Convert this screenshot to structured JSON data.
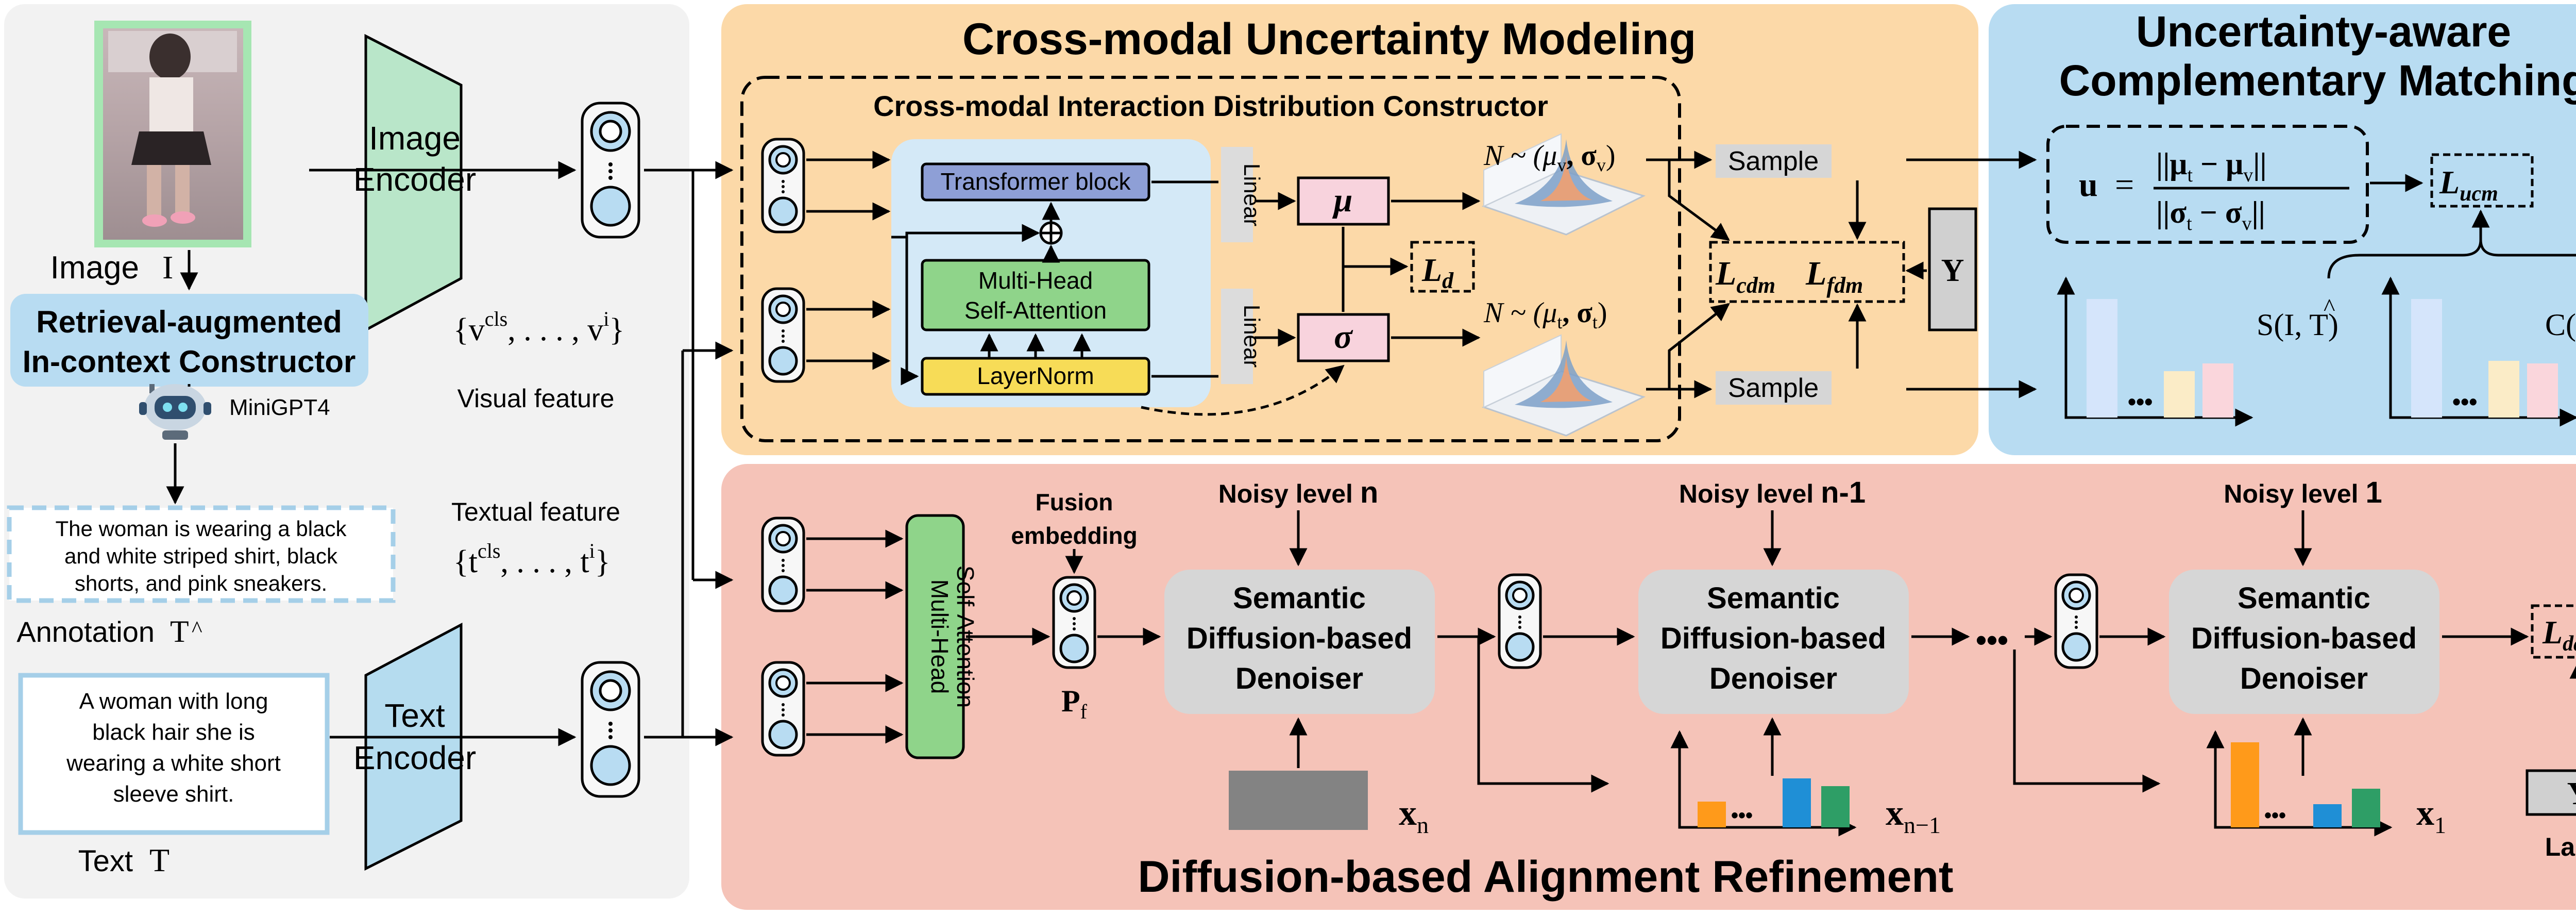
{
  "panels": {
    "cross_modal": {
      "title": "Cross-modal Uncertainty Modeling",
      "color": "#fcd9a8"
    },
    "uacm": {
      "title_line1": "Uncertainty-aware",
      "title_line2": "Complementary Matching",
      "color": "#b8dcf2"
    },
    "dar": {
      "title": "Diffusion-based Alignment Refinement",
      "color": "#f5c3b8"
    },
    "input": {
      "color": "#f2f2f2"
    }
  },
  "constructor": {
    "title": "Cross-modal Interaction Distribution Constructor",
    "transformer": "Transformer block",
    "mhsa_line1": "Multi-Head",
    "mhsa_line2": "Self-Attention",
    "layernorm": "LayerNorm",
    "linear": "Linear",
    "mu": "μ",
    "sigma": "σ",
    "l_d": "L",
    "l_d_sub": "d",
    "dist_v": "N ~ (μ",
    "dist_v_sub": "v",
    "dist_v_sigma": ", σ",
    "dist_v_sub2": "v",
    "dist_t": "N ~ (μ",
    "dist_t_sub": "t",
    "dist_t_sigma": ", σ",
    "dist_t_sub2": "t",
    "close_paren": ")",
    "sample": "Sample",
    "l_cdm": "L",
    "l_cdm_sub": "cdm",
    "l_fdm": "L",
    "l_fdm_sub": "fdm",
    "y": "Y"
  },
  "inputs": {
    "image_label": "Image",
    "image_symbol": "I",
    "image_encoder_line1": "Image",
    "image_encoder_line2": "Encoder",
    "ric_line1": "Retrieval-augmented",
    "ric_line2": "In-context Constructor",
    "minigpt": "MiniGPT4",
    "annotation_text": [
      "The woman is wearing a black",
      "and white striped shirt, black",
      "shorts, and pink sneakers."
    ],
    "annotation_label": "Annotation",
    "annotation_symbol": "T",
    "annotation_hat": "^",
    "text_text": [
      "A woman with long",
      "black hair she is",
      "wearing a white short",
      "sleeve shirt."
    ],
    "text_label": "Text",
    "text_symbol": "T",
    "text_encoder_line1": "Text",
    "text_encoder_line2": "Encoder",
    "visual_set": "{v",
    "visual_set_sup1": "cls",
    "visual_set_mid": ", . . . , v",
    "visual_set_sup2": "i",
    "visual_set_end": "}",
    "visual_label": "Visual feature",
    "textual_label": "Textual feature",
    "textual_set": "{t",
    "textual_set_sup1": "cls",
    "textual_set_mid": ", . . . , t",
    "textual_set_sup2": "i",
    "textual_set_end": "}"
  },
  "uacm": {
    "u_bold": "u",
    "equals": "=",
    "numerator": "||μ",
    "num_sub1": "t",
    "num_mid": " − μ",
    "num_sub2": "v",
    "num_end": "||",
    "denominator": "||σ",
    "den_sub1": "t",
    "den_mid": " − σ",
    "den_sub2": "v",
    "den_end": "||",
    "l_ucm": "L",
    "l_ucm_sub": "ucm",
    "s_label": "S(I, T)",
    "c_label": "C(I, T)",
    "hat": "^",
    "ellipsis": "•••"
  },
  "dar": {
    "mhsa_line1": "Multi-Head",
    "mhsa_line2": "Self-Attention",
    "fusion_line1": "Fusion",
    "fusion_line2": "embedding",
    "pf": "P",
    "pf_sub": "f",
    "noisy_prefix": "Noisy level",
    "noisy_n": "n",
    "noisy_n1": "n-1",
    "noisy_1": "1",
    "denoiser_line1": "Semantic",
    "denoiser_line2": "Diffusion-based",
    "denoiser_line3": "Denoiser",
    "xn": "x",
    "xn_sub": "n",
    "xn1": "x",
    "xn1_sub": "n−1",
    "x1": "x",
    "x1_sub": "1",
    "ellipsis": "•••",
    "l_dar": "L",
    "l_dar_sub": "dar",
    "y": "Y",
    "label": "Label"
  },
  "colors": {
    "encoder_image": "#b9e6c9",
    "encoder_text": "#b5dcef",
    "transformer": "#8e9fd6",
    "mhsa": "#8fd48a",
    "layernorm": "#f7dc57",
    "mu_box": "#f8d3dd",
    "denoiser": "#d6d6d6",
    "label_box": "#d0d0d0",
    "bar_blue": "#d5e5fb",
    "bar_cream": "#fbecc7",
    "bar_pink": "#fad6dc",
    "dar_orange": "#ff9a1a",
    "dar_blue": "#1f8fd6",
    "dar_green": "#2e9e66"
  }
}
